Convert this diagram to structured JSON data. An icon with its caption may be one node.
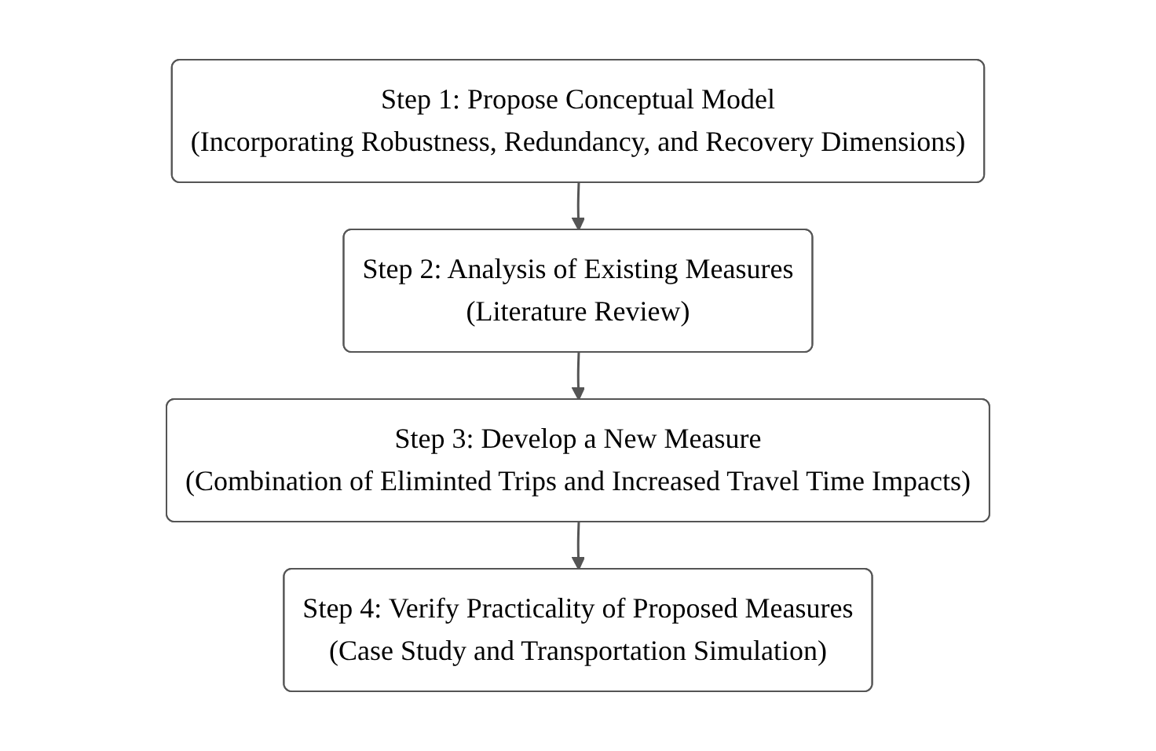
{
  "diagram": {
    "nodes": [
      {
        "text": [
          "Step 1: Propose Conceptual Model",
          "(Incorporating Robustness, Redundancy, and Recovery Dimensions)"
        ]
      },
      {
        "text": [
          "Step 2: Analysis of Existing Measures",
          "(Literature Review)"
        ]
      },
      {
        "text": [
          "Step 3: Develop a New Measure",
          "(Combination of Eliminted Trips and Increased Travel Time Impacts)"
        ]
      },
      {
        "text": [
          "Step 4: Verify Practicality of Proposed Measures",
          "(Case Study and Transportation Simulation)"
        ]
      }
    ],
    "edges": [
      {
        "from": 0,
        "to": 1,
        "arrow": "to"
      },
      {
        "from": 1,
        "to": 2,
        "arrow": "to"
      },
      {
        "from": 2,
        "to": 3,
        "arrow": "to"
      }
    ]
  }
}
